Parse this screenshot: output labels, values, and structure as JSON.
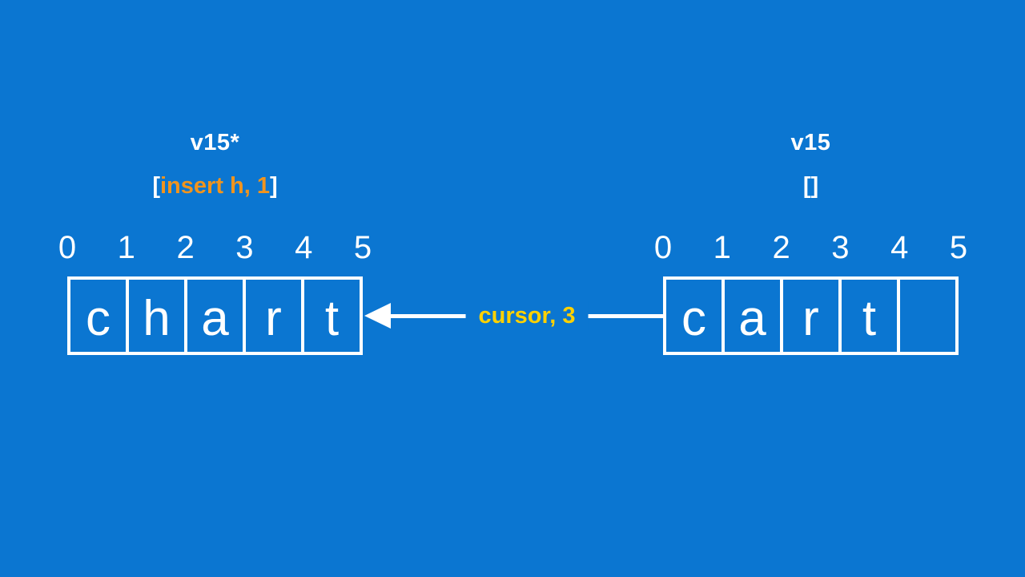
{
  "colors": {
    "background": "#0B76D1",
    "text": "#FFFFFF",
    "orange": "#F0941E",
    "yellow": "#FFD100"
  },
  "left_array": {
    "title": "v15*",
    "operation": {
      "bracket_open": "[",
      "label": "insert h, 1",
      "bracket_close": "]"
    },
    "indices": [
      "0",
      "1",
      "2",
      "3",
      "4",
      "5"
    ],
    "cells": [
      "c",
      "h",
      "a",
      "r",
      "t"
    ]
  },
  "right_array": {
    "title": "v15",
    "operation": {
      "bracket_open": "[",
      "label": "",
      "bracket_close": "]"
    },
    "indices": [
      "0",
      "1",
      "2",
      "3",
      "4",
      "5"
    ],
    "cells": [
      "c",
      "a",
      "r",
      "t",
      ""
    ]
  },
  "arrow": {
    "label": "cursor, 3",
    "direction": "left"
  }
}
